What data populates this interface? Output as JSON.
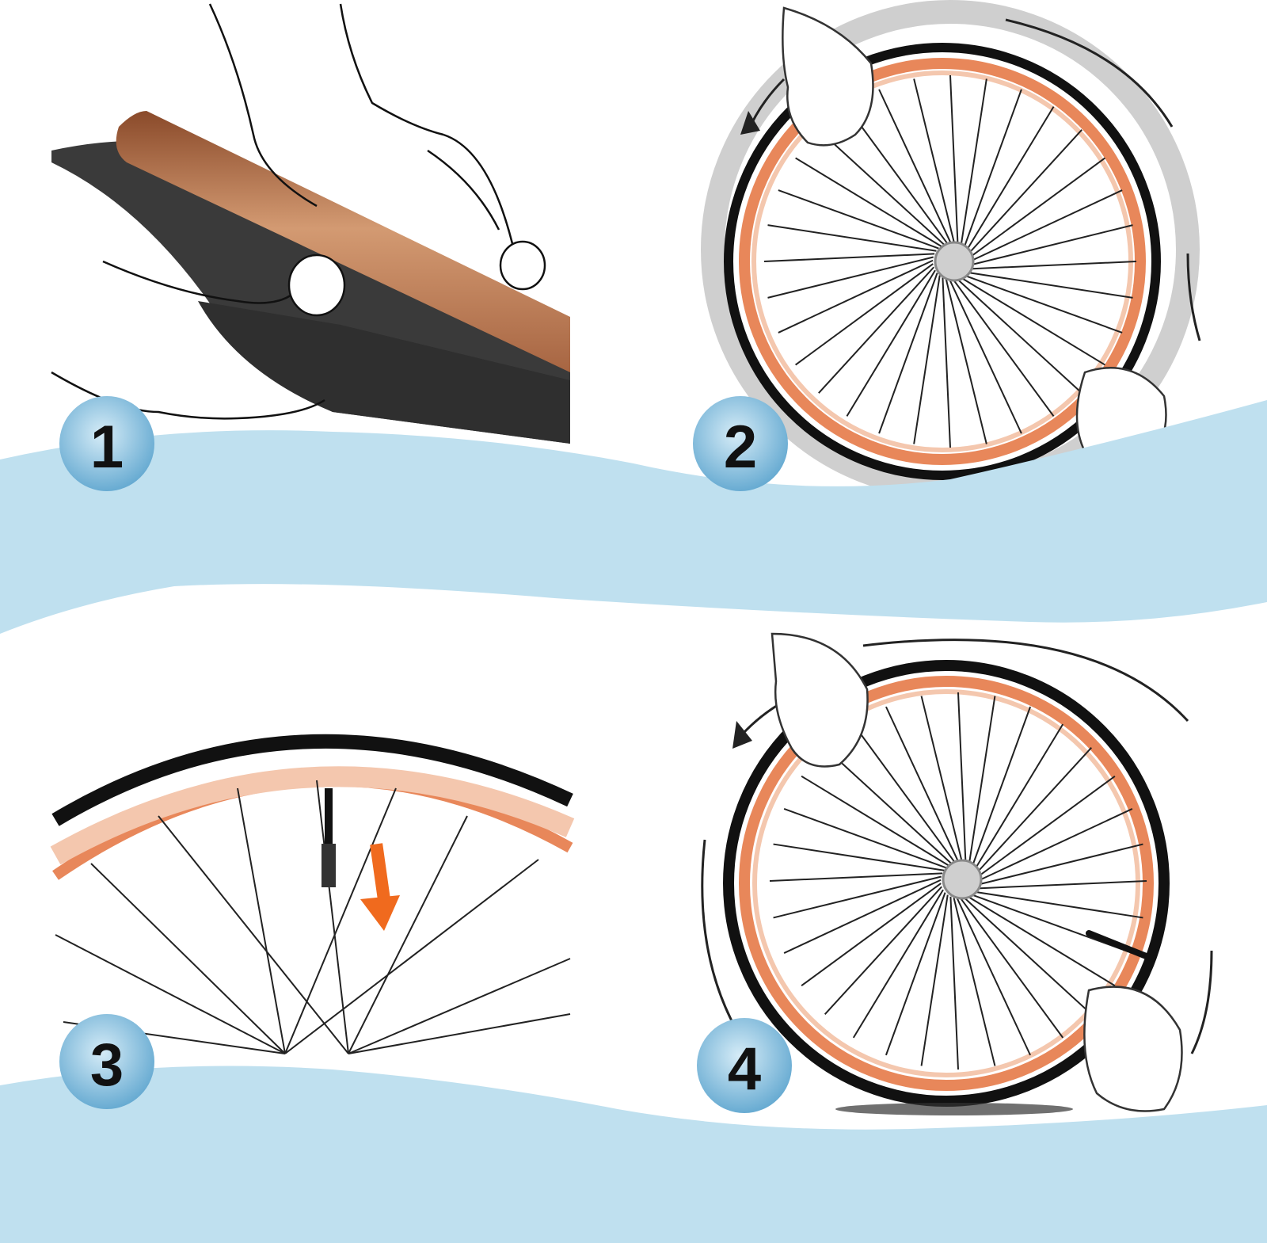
{
  "colors": {
    "background": "#ffffff",
    "wave": "#bfe0ef",
    "tube": "#c98a5e",
    "rim_orange": "#e8875a",
    "rim_light": "#f4c7ae",
    "tire": "#1a1a1a",
    "spoke": "#222222",
    "badge": "#6fb2d6",
    "badge_text": "#111111",
    "arrow_orange": "#f06a1e",
    "lever": "#3a3a3a"
  },
  "steps": [
    {
      "number": "1",
      "illustration": "tire-lever-pry-icon"
    },
    {
      "number": "2",
      "illustration": "remove-tire-wheel-icon"
    },
    {
      "number": "3",
      "illustration": "insert-valve-icon"
    },
    {
      "number": "4",
      "illustration": "mount-tire-wheel-icon"
    }
  ]
}
